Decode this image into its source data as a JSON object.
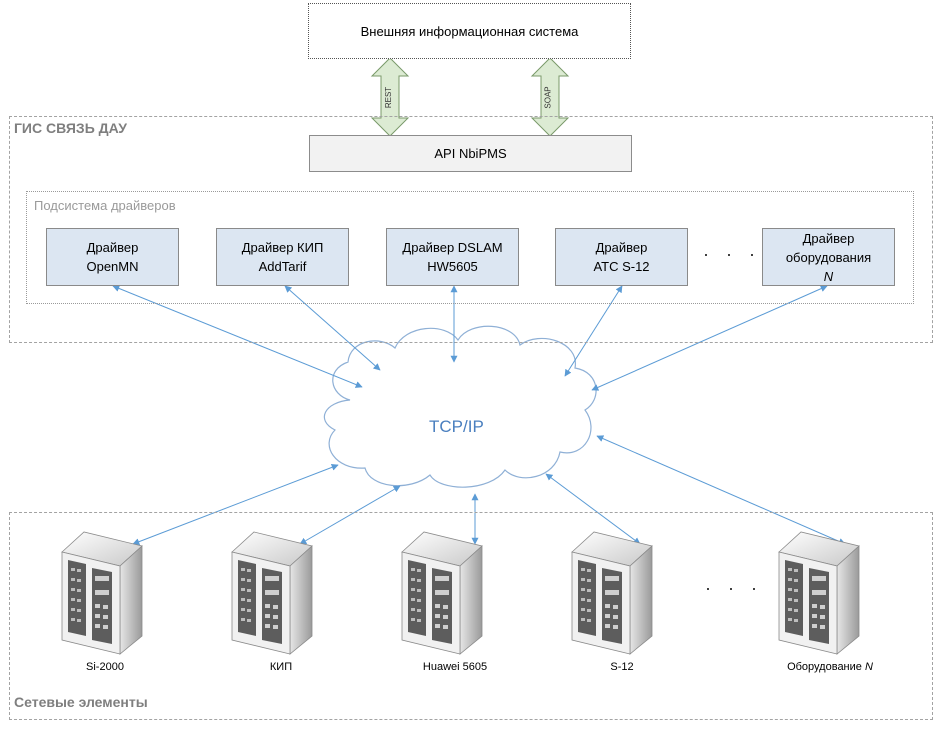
{
  "external_system": {
    "label": "Внешняя информационная система"
  },
  "protocols": {
    "rest": "REST",
    "soap": "SOAP"
  },
  "gis": {
    "title": "ГИС СВЯЗЬ ДАУ",
    "api_label": "API NbiPMS",
    "subsystem_title": "Подсистема драйверов",
    "drivers": [
      {
        "line1": "Драйвер",
        "line2": "OpenMN"
      },
      {
        "line1": "Драйвер КИП",
        "line2": "AddTarif"
      },
      {
        "line1": "Драйвер DSLAM",
        "line2": "HW5605"
      },
      {
        "line1": "Драйвер",
        "line2": "АТС S-12"
      },
      {
        "line1": "Драйвер",
        "line2": "оборудования",
        "line2_italic": "N"
      }
    ],
    "ellipsis": "· · ·"
  },
  "network": {
    "cloud_label": "TCP/IP"
  },
  "network_elements": {
    "title": "Сетевые элементы",
    "items": [
      {
        "label": "Si-2000"
      },
      {
        "label": "КИП"
      },
      {
        "label": "Huawei 5605"
      },
      {
        "label": "S-12"
      },
      {
        "label": "Оборудование",
        "label_italic": "N"
      }
    ],
    "ellipsis": "· · ·"
  },
  "colors": {
    "connector": "#5b9bd5",
    "driver_fill": "#dce6f2",
    "arrow_fill": "#dcebd3",
    "arrow_stroke": "#7a9a6a",
    "group_border": "#a3a3a3"
  }
}
